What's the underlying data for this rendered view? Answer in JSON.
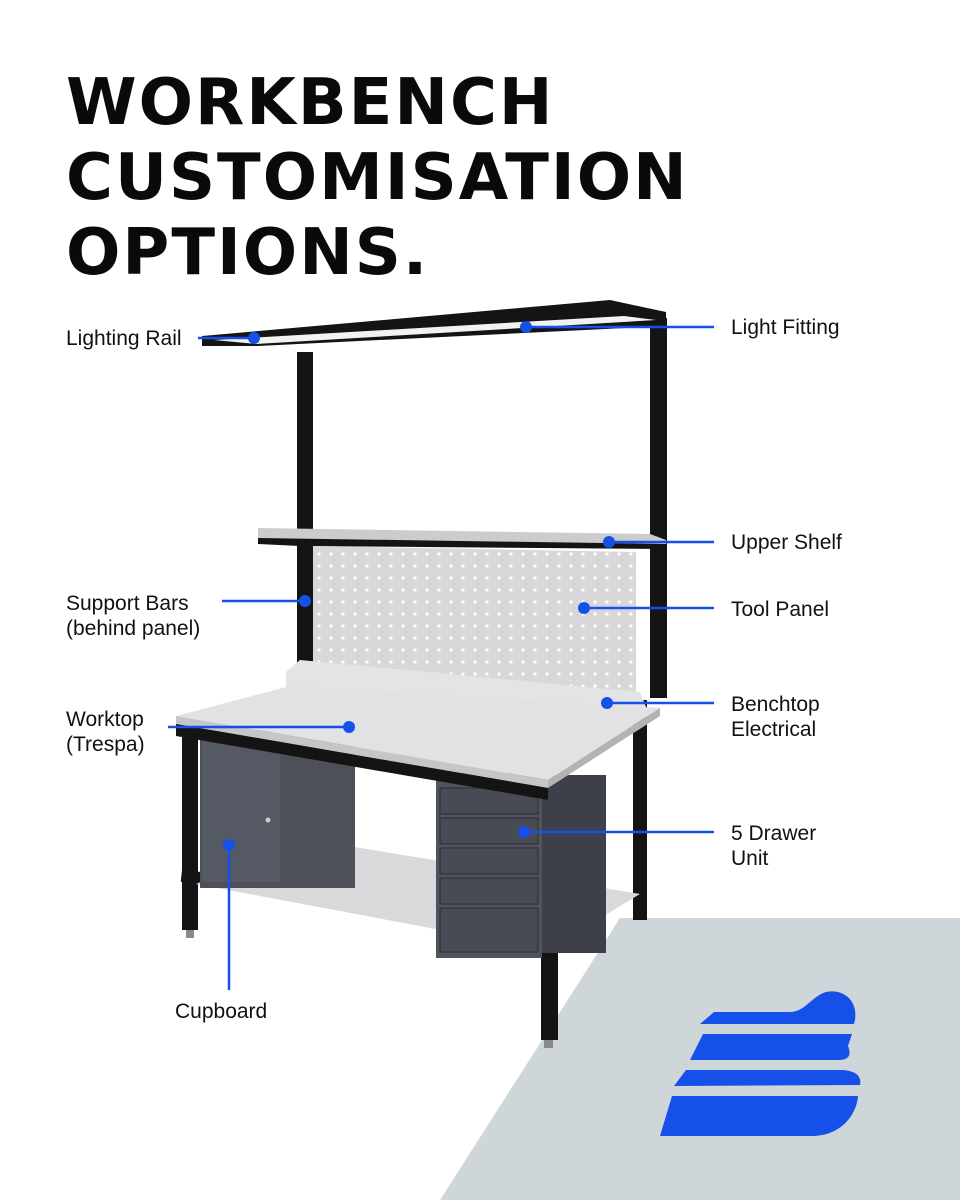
{
  "title_lines": [
    "WORKBENCH",
    "CUSTOMISATION",
    "OPTIONS."
  ],
  "colors": {
    "accent": "#1550e8",
    "frame": "#141414",
    "panel": "#d6d6d8",
    "cabinet": "#4a4d57",
    "corner_bg": "#cfd6d9"
  },
  "callouts": {
    "lighting_rail": "Lighting Rail",
    "light_fitting": "Light Fitting",
    "upper_shelf": "Upper Shelf",
    "support_bars": [
      "Support Bars",
      "(behind panel)"
    ],
    "tool_panel": "Tool Panel",
    "worktop": [
      "Worktop",
      "(Trespa)"
    ],
    "benchtop_electrical": [
      "Benchtop",
      "Electrical"
    ],
    "drawer_unit": [
      "5 Drawer",
      "Unit"
    ],
    "cupboard": "Cupboard"
  },
  "logo_icon": "b-stripes-logo-icon"
}
